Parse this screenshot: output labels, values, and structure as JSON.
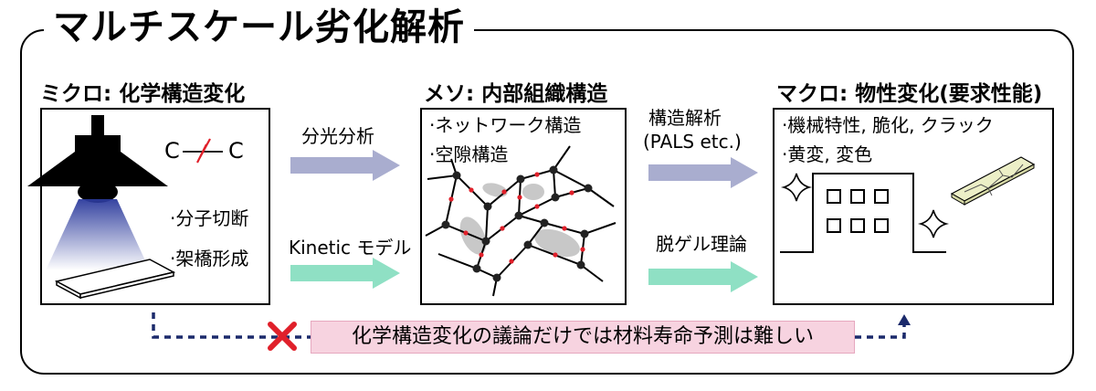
{
  "title": "マルチスケール劣化解析",
  "micro": {
    "heading": "ミクロ: 化学構造変化",
    "bond_left": "C",
    "bond_right": "C",
    "items": [
      "·分子切断",
      "·架橋形成"
    ]
  },
  "meso": {
    "heading": "メソ: 内部組織構造",
    "items": [
      "·ネットワーク構造",
      "·空隙構造"
    ]
  },
  "macro": {
    "heading": "マクロ: 物性変化(要求性能)",
    "items": [
      "·機械特性, 脆化, クラック",
      "·黄変, 変色"
    ]
  },
  "arrows": {
    "micro_to_meso_top": "分光分析",
    "micro_to_meso_bottom": "Kinetic モデル",
    "meso_to_macro_top_line1": "構造解析",
    "meso_to_macro_top_line2": "(PALS etc.)",
    "meso_to_macro_bottom": "脱ゲル理論"
  },
  "note": "化学構造変化の議論だけでは材料寿命予測は難しい",
  "colors": {
    "upper_arrow": "#a9adcf",
    "lower_arrow": "#8fe0c4",
    "dotted_line": "#1b2a6b",
    "cross": "#e0202a",
    "node": "#222222",
    "node_mark": "#e0202a",
    "pore": "#c8c8c8",
    "note_bg": "#f7d3e0"
  }
}
